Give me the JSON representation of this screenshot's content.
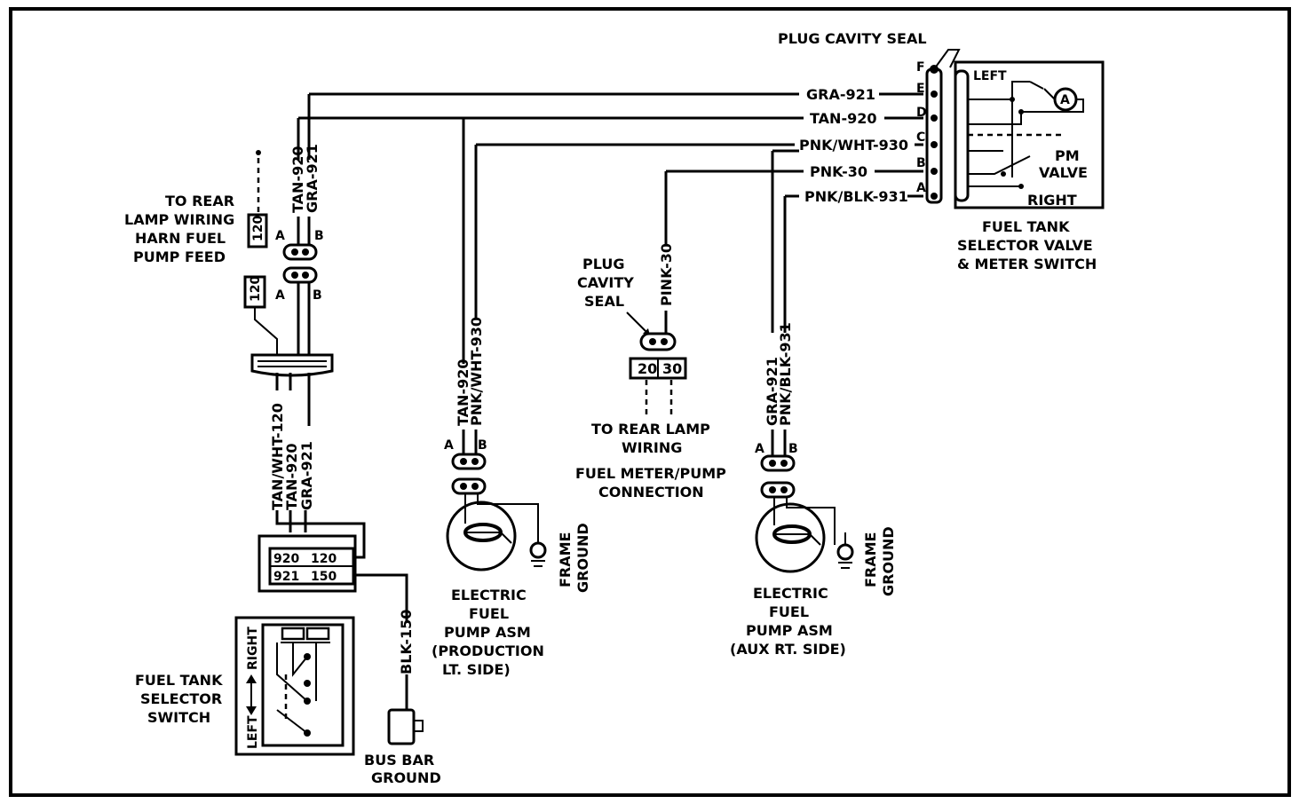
{
  "colors": {
    "ink": "#000000",
    "paper": "#ffffff"
  },
  "selector_valve": {
    "plug_cavity_seal": "PLUG CAVITY SEAL",
    "pins": [
      "F",
      "E",
      "D",
      "C",
      "B",
      "A"
    ],
    "wires": [
      "GRA-921",
      "TAN-920",
      "PNK/WHT-930",
      "PNK-30",
      "PNK/BLK-931"
    ],
    "left": "LEFT",
    "right": "RIGHT",
    "meter": "A",
    "pm": "PM",
    "valve": "VALVE",
    "caption": [
      "FUEL TANK",
      "SELECTOR VALVE",
      "& METER SWITCH"
    ]
  },
  "rear_lamp_feed": {
    "caption": [
      "TO REAR",
      "LAMP WIRING",
      "HARN FUEL",
      "PUMP FEED"
    ],
    "circuit": "120"
  },
  "center_connector": {
    "wire_a": "TAN-920",
    "wire_b": "GRA-921",
    "pin_a": "A",
    "pin_b": "B",
    "circuit": "120"
  },
  "harness_lower": [
    "TAN/WHT-120",
    "TAN-920",
    "GRA-921"
  ],
  "selector_switch": {
    "terminals": [
      "920",
      "120",
      "921",
      "150"
    ],
    "left": "LEFT",
    "right": "RIGHT",
    "caption": [
      "FUEL TANK",
      "SELECTOR",
      "SWITCH"
    ]
  },
  "bus_bar": {
    "wire": "BLK-150",
    "caption": [
      "BUS BAR",
      "GROUND"
    ]
  },
  "pump_production": {
    "wires": [
      "TAN-920",
      "PNK/WHT-930"
    ],
    "pin_a": "A",
    "pin_b": "B",
    "ground": [
      "FRAME",
      "GROUND"
    ],
    "caption": [
      "ELECTRIC",
      "FUEL",
      "PUMP ASM",
      "(PRODUCTION",
      "LT. SIDE)"
    ]
  },
  "meter_connection": {
    "seal": [
      "PLUG",
      "CAVITY",
      "SEAL"
    ],
    "wire": "PINK-30",
    "terminals": [
      "20",
      "30"
    ],
    "to_rear": [
      "TO REAR LAMP",
      "WIRING"
    ],
    "caption": [
      "FUEL METER/PUMP",
      "CONNECTION"
    ]
  },
  "pump_aux": {
    "wires": [
      "GRA-921",
      "PNK/BLK-931"
    ],
    "pin_a": "A",
    "pin_b": "B",
    "ground": [
      "FRAME",
      "GROUND"
    ],
    "caption": [
      "ELECTRIC",
      "FUEL",
      "PUMP ASM",
      "(AUX RT. SIDE)"
    ]
  }
}
